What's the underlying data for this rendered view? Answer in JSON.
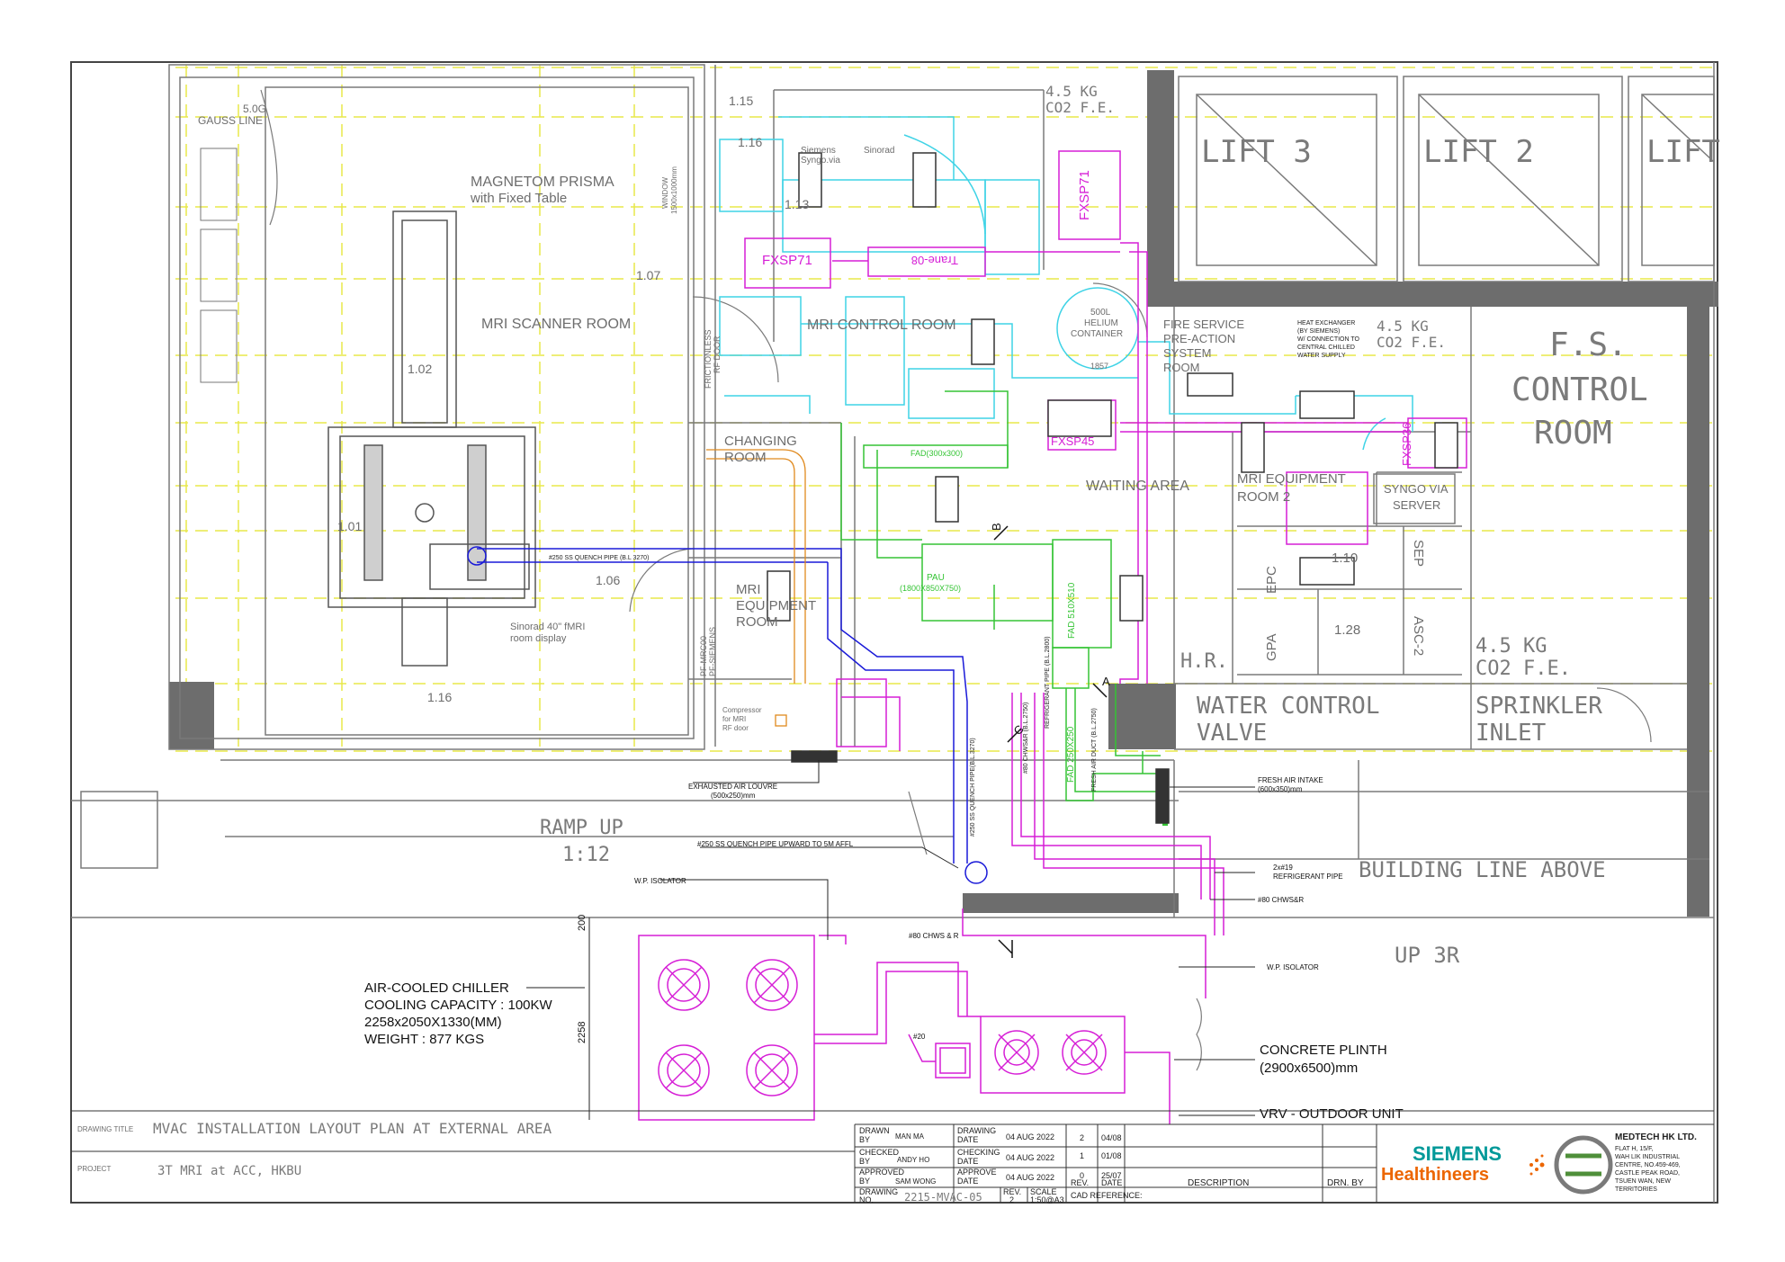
{
  "rooms": {
    "scanner": "MRI SCANNER ROOM",
    "magnetom_1": "MAGNETOM PRISMA",
    "magnetom_2": "with Fixed Table",
    "gauss_1": "5.0G",
    "gauss_2": "GAUSS LINE",
    "control": "MRI CONTROL ROOM",
    "changing_1": "CHANGING",
    "changing_2": "ROOM",
    "equip_1": "MRI",
    "equip_2": "EQUIPMENT",
    "equip_3": "ROOM",
    "equip2_1": "MRI EQUIPMENT",
    "equip2_2": "ROOM 2",
    "waiting": "WAITING AREA",
    "fire_1": "FIRE SERVICE",
    "fire_2": "PRE-ACTION",
    "fire_3": "SYSTEM",
    "fire_4": "ROOM",
    "fs_1": "F.S.",
    "fs_2": "CONTROL",
    "fs_3": "ROOM",
    "lift3": "LIFT 3",
    "lift2": "LIFT 2",
    "lift1": "LIFT",
    "water_1": "WATER CONTROL",
    "water_2": "VALVE",
    "sprinkler_1": "SPRINKLER",
    "sprinkler_2": "INLET",
    "co2_a_1": "4.5 KG",
    "co2_a_2": "CO2 F.E.",
    "co2_b_1": "4.5 KG",
    "co2_b_2": "CO2 F.E.",
    "co2_c_1": "4.5 KG",
    "co2_c_2": "CO2 F.E.",
    "ramp_1": "RAMP UP",
    "ramp_2": "1:12",
    "building_line": "BUILDING LINE ABOVE",
    "up3r": "UP 3R",
    "hr": "H.R.",
    "syngo_1": "SYNGO VIA",
    "syngo_2": "SERVER",
    "epc": "EPC",
    "gpa": "GPA",
    "sep": "SEP",
    "asc2": "ASC-2",
    "n_110": "1.10",
    "n_128": "1.28",
    "n_115": "1.15",
    "n_116a": "1.16",
    "n_113": "1.13",
    "n_107": "1.07",
    "n_102": "1.02",
    "n_101": "1.01",
    "n_106": "1.06",
    "n_116b": "1.16",
    "window_1": "WINDOW",
    "window_2": "1500x1000mm",
    "rf_door_1": "FRICTIONLESS",
    "rf_door_2": "RF DOOR",
    "helium_1": "500L",
    "helium_2": "HELIUM",
    "helium_3": "CONTAINER",
    "helium_4": "1857",
    "siemens_1": "Siemens",
    "siemens_2": "Syngo.via",
    "sinorad": "Sinorad",
    "sinorad_disp_1": "Sinorad 40\" fMRI",
    "sinorad_disp_2": "room display",
    "hx_1": "HEAT EXCHANGER",
    "hx_2": "(BY SIEMENS)",
    "hx_3": "W/ CONNECTION TO",
    "hx_4": "CENTRAL CHILLED",
    "hx_5": "WATER SUPPLY",
    "compressor_1": "Compressor",
    "compressor_2": "for MRI",
    "compressor_3": "RF door",
    "pf_1": "PF-SIEMENS",
    "pf_2": "PF-MRC00"
  },
  "equipment": {
    "fxsp71_a": "FXSP71",
    "fxsp71_b": "FXSP71",
    "trane": "Trane-08",
    "fxsp45": "FXSP45",
    "fxsp36": "FXSP36",
    "fad1": "FAD(300x300)",
    "pau_1": "PAU",
    "pau_2": "(1800X850X750)",
    "fad2": "FAD 510X510",
    "fad3": "FAD 250X250",
    "fresh_duct": "FRESH AIR DUCT (B.L.2750)",
    "refrig_vert": "REFRIGERANT PIPE (B.L.2800)",
    "chws_vert": "#80 CHWS&R (B.L.2750)",
    "quench_h": "#250 SS QUENCH PIPE (B.L 3270)",
    "quench_v": "#250 SS QUENCH PIPE(B.L.3270)"
  },
  "annotations": {
    "exhaust_1": "EXHAUSTED AIR LOUVRE",
    "exhaust_2": "(500x250)mm",
    "fresh_intake_1": "FRESH AIR INTAKE",
    "fresh_intake_2": "(600x350)mm",
    "quench_up": "#250 SS QUENCH PIPE UPWARD TO 5M AFFL",
    "wp_isolator_a": "W.P. ISOLATOR",
    "wp_isolator_b": "W.P. ISOLATOR",
    "refrig_1": "2x#19",
    "refrig_2": "REFRIGERANT PIPE",
    "chws_1": "#80 CHWS&R",
    "chws_2": "#80 CHWS & R",
    "pipe_20": "#20",
    "chiller_1": "AIR-COOLED CHILLER",
    "chiller_2": "COOLING CAPACITY : 100KW",
    "chiller_3": "2258x2050X1330(MM)",
    "chiller_4": "WEIGHT : 877 KGS",
    "plinth_1": "CONCRETE PLINTH",
    "plinth_2": "(2900x6500)mm",
    "vrv": "VRV - OUTDOOR UNIT",
    "dim_200": "200",
    "dim_2258": "2258",
    "sec_a": "A",
    "sec_b": "B",
    "sec_c": "C"
  },
  "title_block": {
    "drawing_title_label": "DRAWING TITLE",
    "drawing_title": "MVAC INSTALLATION LAYOUT PLAN AT EXTERNAL AREA",
    "project_label": "PROJECT",
    "project": "3T MRI at ACC, HKBU",
    "drawn_label_1": "DRAWN",
    "drawn_label_2": "BY",
    "drawn_by": "MAN MA",
    "checked_label_1": "CHECKED",
    "checked_label_2": "BY",
    "checked_by": "ANDY HO",
    "approved_label_1": "APPROVED",
    "approved_label_2": "BY",
    "approved_by": "SAM WONG",
    "drawing_no_label_1": "DRAWING",
    "drawing_no_label_2": "NO.",
    "drawing_no": "2215-MVAC-05",
    "drawing_date_label_1": "DRAWING",
    "drawing_date_label_2": "DATE",
    "drawing_date": "04 AUG 2022",
    "checking_date_label_1": "CHECKING",
    "checking_date_label_2": "DATE",
    "checking_date": "04 AUG 2022",
    "approve_date_label_1": "APPROVE",
    "approve_date_label_2": "DATE",
    "approve_date": "04 AUG 2022",
    "rev_label": "REV.",
    "rev": "2",
    "scale_label": "SCALE",
    "scale": "1:50@A3",
    "revisions": [
      {
        "rev": "2",
        "date": "04/08"
      },
      {
        "rev": "1",
        "date": "01/08"
      },
      {
        "rev": "0",
        "date": "25/07"
      }
    ],
    "rev_col": "REV.",
    "date_col": "DATE",
    "description_col": "DESCRIPTION",
    "drn_col": "DRN. BY",
    "cad_ref": "CAD REFERENCE:",
    "siemens": "SIEMENS",
    "healthineers": "Healthineers",
    "company": "MEDTECH HK LTD.",
    "address_1": "FLAT H, 15/F,",
    "address_2": "WAH LIK INDUSTRIAL",
    "address_3": "CENTRE, NO.459-469,",
    "address_4": "CASTLE PEAK ROAD,",
    "address_5": "TSUEN WAN, NEW",
    "address_6": "TERRITORIES"
  },
  "colors": {
    "magenta": "#d61fd6",
    "cyan": "#3fd3e6",
    "green": "#35c435",
    "blue": "#1a1ad8",
    "yellow_dash": "#e8e84a",
    "orange": "#e08a1e",
    "wall": "#6d6d6d"
  }
}
